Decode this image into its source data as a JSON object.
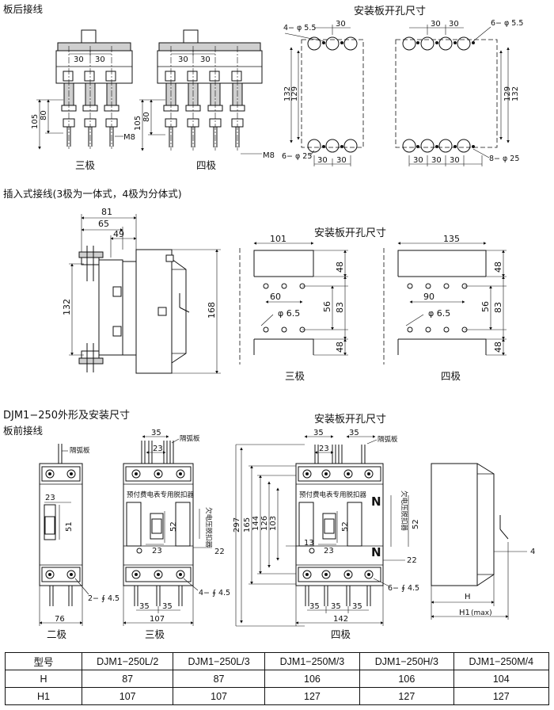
{
  "section1": {
    "title": "板后接线",
    "panel_title": "安装板开孔尺寸",
    "dim_30": "30",
    "dim_105": "105",
    "dim_80": "80",
    "dim_m8": "M8",
    "dim_132": "132",
    "dim_129": "129",
    "hole_small": "4− φ 5.5",
    "hole_small_4p": "6− φ 5.5",
    "hole_big": "6− φ 25",
    "hole_big_4p": "8− φ 25",
    "label_3p": "三极",
    "label_4p": "四极"
  },
  "section2": {
    "title": "插入式接线(3极为一体式，4极为分体式)",
    "panel_title": "安装板开孔尺寸",
    "dim_81": "81",
    "dim_65": "65",
    "dim_49": "49",
    "dim_132": "132",
    "dim_168": "168",
    "dim_101": "101",
    "dim_135": "135",
    "dim_48": "48",
    "dim_56": "56",
    "dim_83": "83",
    "dim_60": "60",
    "dim_90": "90",
    "hole": "φ 6.5",
    "label_3p": "三极",
    "label_4p": "四极"
  },
  "section3": {
    "title": "DJM1−250外形及安装尺寸",
    "title_color": "#1a73b8",
    "subtitle": "板前接线",
    "panel_title": "安装板开孔尺寸",
    "arc_plate": "隔弧板",
    "device_label": "预付费电表专用脱扣器",
    "undervoltage": "欠电压脱扣器",
    "letter_n": "N",
    "dim_23": "23",
    "dim_51": "51",
    "dim_52": "52",
    "dim_35": "35",
    "dim_13": "13",
    "dim_22": "22",
    "dim_76": "76",
    "dim_107": "107",
    "dim_142": "142",
    "dim_297": "297",
    "dim_165": "165",
    "dim_144": "144",
    "dim_126": "126",
    "dim_103": "103",
    "dim_4": "4",
    "dim_h": "H",
    "dim_h1": "H1",
    "dim_max": "(max)",
    "hole_2p": "2− ∮ 4.5",
    "hole_3p": "4− ∮ 4.5",
    "hole_4p": "6− ∮ 4.5",
    "label_2p": "二极",
    "label_3p": "三极",
    "label_4p": "四极"
  },
  "table": {
    "header": [
      "型号",
      "DJM1−250L/2",
      "DJM1−250L/3",
      "DJM1−250M/3",
      "DJM1−250H/3",
      "DJM1−250M/4"
    ],
    "rows": [
      [
        "H",
        "87",
        "87",
        "106",
        "106",
        "104"
      ],
      [
        "H1",
        "107",
        "107",
        "127",
        "127",
        "127"
      ]
    ]
  }
}
